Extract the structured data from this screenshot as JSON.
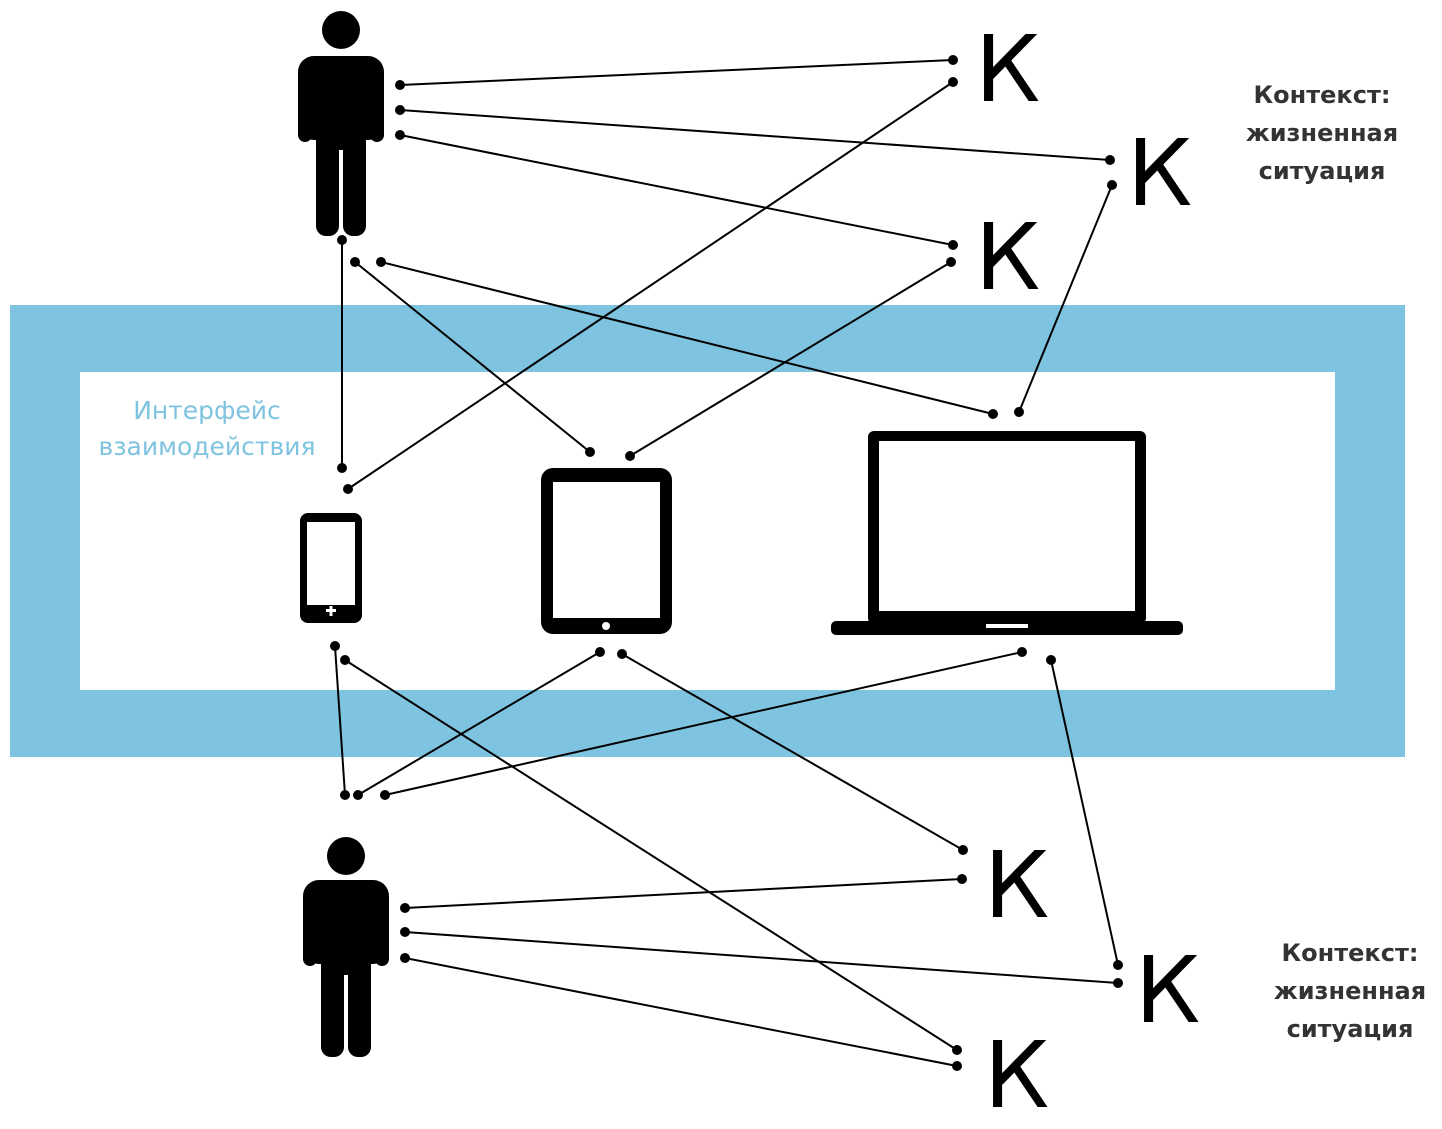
{
  "interface_label": {
    "line1": "Интерфейс",
    "line2": "взаимодействия"
  },
  "context_top": {
    "line1": "Контекст:",
    "line2": "жизненная",
    "line3": "ситуация"
  },
  "context_bottom": {
    "line1": "Контекст:",
    "line2": "жизненная",
    "line3": "ситуация"
  },
  "k_letter": "К",
  "colors": {
    "frame": "#7ec3df",
    "ink": "#000000",
    "label_text": "#333333"
  },
  "icons": [
    "person-icon",
    "smartphone-icon",
    "tablet-icon",
    "laptop-icon"
  ]
}
